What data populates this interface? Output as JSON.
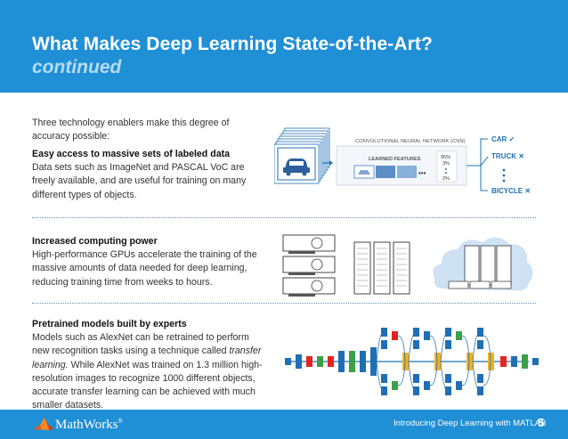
{
  "header": {
    "title": "What Makes Deep Learning State-of-the-Art?",
    "subtitle": "continued",
    "bg_color": "#1f8fd6"
  },
  "intro": "Three technology enablers make this degree of accuracy possible:",
  "sections": [
    {
      "heading": "Easy access to massive sets of labeled data",
      "body": "Data sets such as ImageNet and PASCAL VoC are freely available, and are useful for training on many different types of objects."
    },
    {
      "heading": "Increased computing power",
      "body": "High-performance GPUs accelerate the training of the massive amounts of data needed for deep learning, reducing training time from weeks to hours."
    },
    {
      "heading": "Pretrained models built by experts",
      "body_before": "Models such as AlexNet can be retrained to perform new recognition tasks using a technique called ",
      "body_em": "transfer learning.",
      "body_after": " While AlexNet was trained on 1.3 million high-resolution images to recognize 1000 different objects, accurate transfer learning can be achieved with much smaller datasets."
    }
  ],
  "cnn_figure": {
    "network_label": "CONVOLUTIONAL NEURAL NETWORK (CNN)",
    "features_label": "LEARNED FEATURES",
    "ellipsis": "•••",
    "top_pct": "95%",
    "mid_pct": "3%",
    "low_pct": "2%",
    "outputs": [
      {
        "label": "CAR",
        "mark": "✓"
      },
      {
        "label": "TRUCK",
        "mark": "✕"
      },
      {
        "label": "BICYCLE",
        "mark": "✕"
      }
    ],
    "accent_color": "#1f6fb5"
  },
  "footer": {
    "logo_text": "MathWorks",
    "logo_mark": "®",
    "caption": "Introducing Deep Learning with MATLAB",
    "page_number": "5"
  }
}
